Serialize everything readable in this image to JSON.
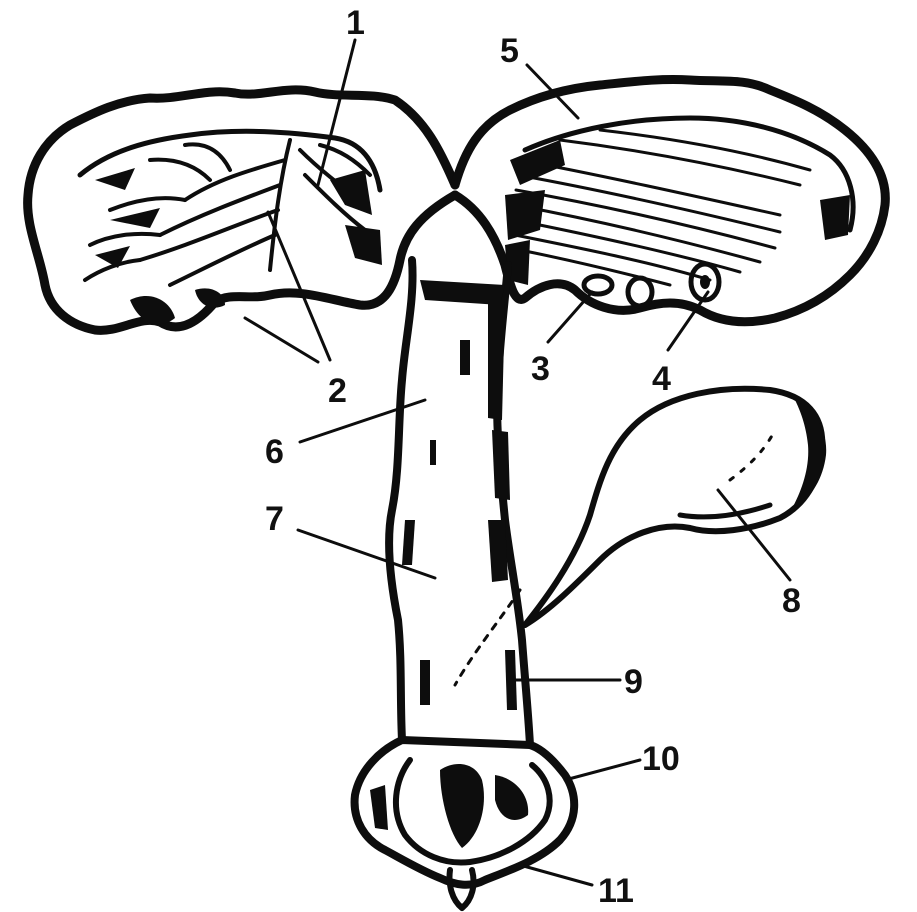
{
  "diagram": {
    "callouts": [
      "1",
      "2",
      "3",
      "4",
      "5",
      "6",
      "7",
      "8",
      "9",
      "10",
      "11"
    ]
  },
  "colors": {
    "ink": "#0d0d0d",
    "paper": "#ffffff"
  }
}
